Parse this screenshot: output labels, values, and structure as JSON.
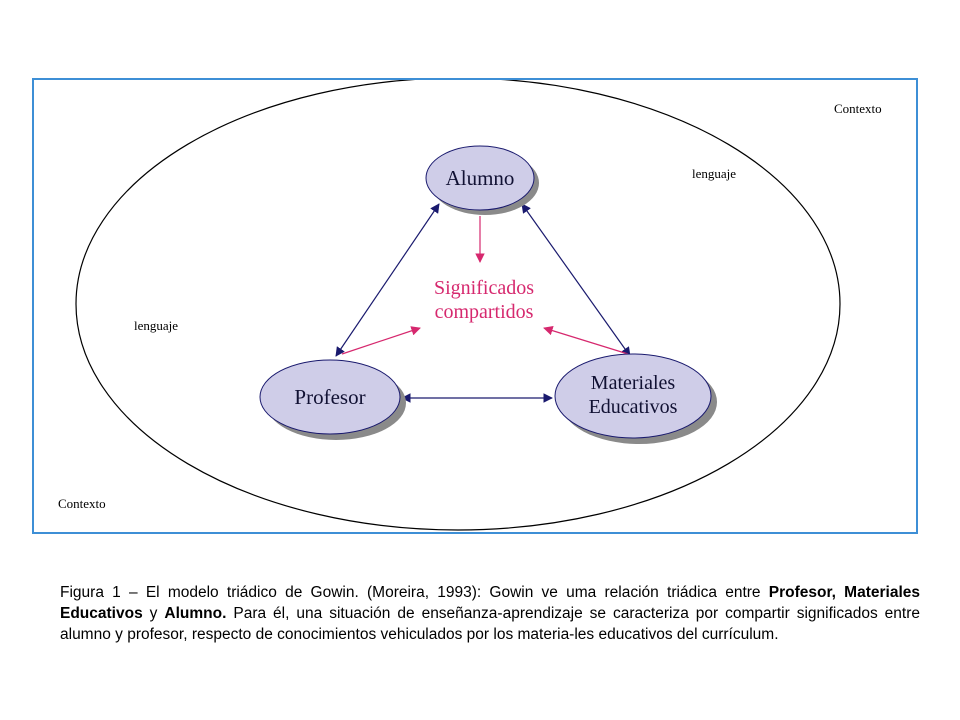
{
  "diagram": {
    "context_top": "Contexto",
    "context_bottom": "Contexto",
    "language_right": "lenguaje",
    "language_left": "lenguaje",
    "nodes": {
      "alumno": "Alumno",
      "profesor": "Profesor",
      "materiales_line1": "Materiales",
      "materiales_line2": "Educativos"
    },
    "center_line1": "Significados",
    "center_line2": "compartidos",
    "colors": {
      "frame": "#3d8fd6",
      "node_fill": "#cfcde8",
      "node_shadow": "#8a8a8a",
      "arrow_blue": "#1a1a6e",
      "arrow_pink": "#d6286e"
    }
  },
  "caption": {
    "part1": "Figura 1 – El modelo triádico de Gowin. (Moreira, 1993): Gowin ve uma relación triádica entre ",
    "bold1": "Profesor, Materiales Educativos",
    "part2": " y ",
    "bold2": "Alumno.",
    "part3": " Para él, una situación de enseñanza-aprendizaje se caracteriza  por compartir significados entre alumno y profesor, respecto de conocimientos vehiculados por  los materia-les educativos del currículum."
  }
}
